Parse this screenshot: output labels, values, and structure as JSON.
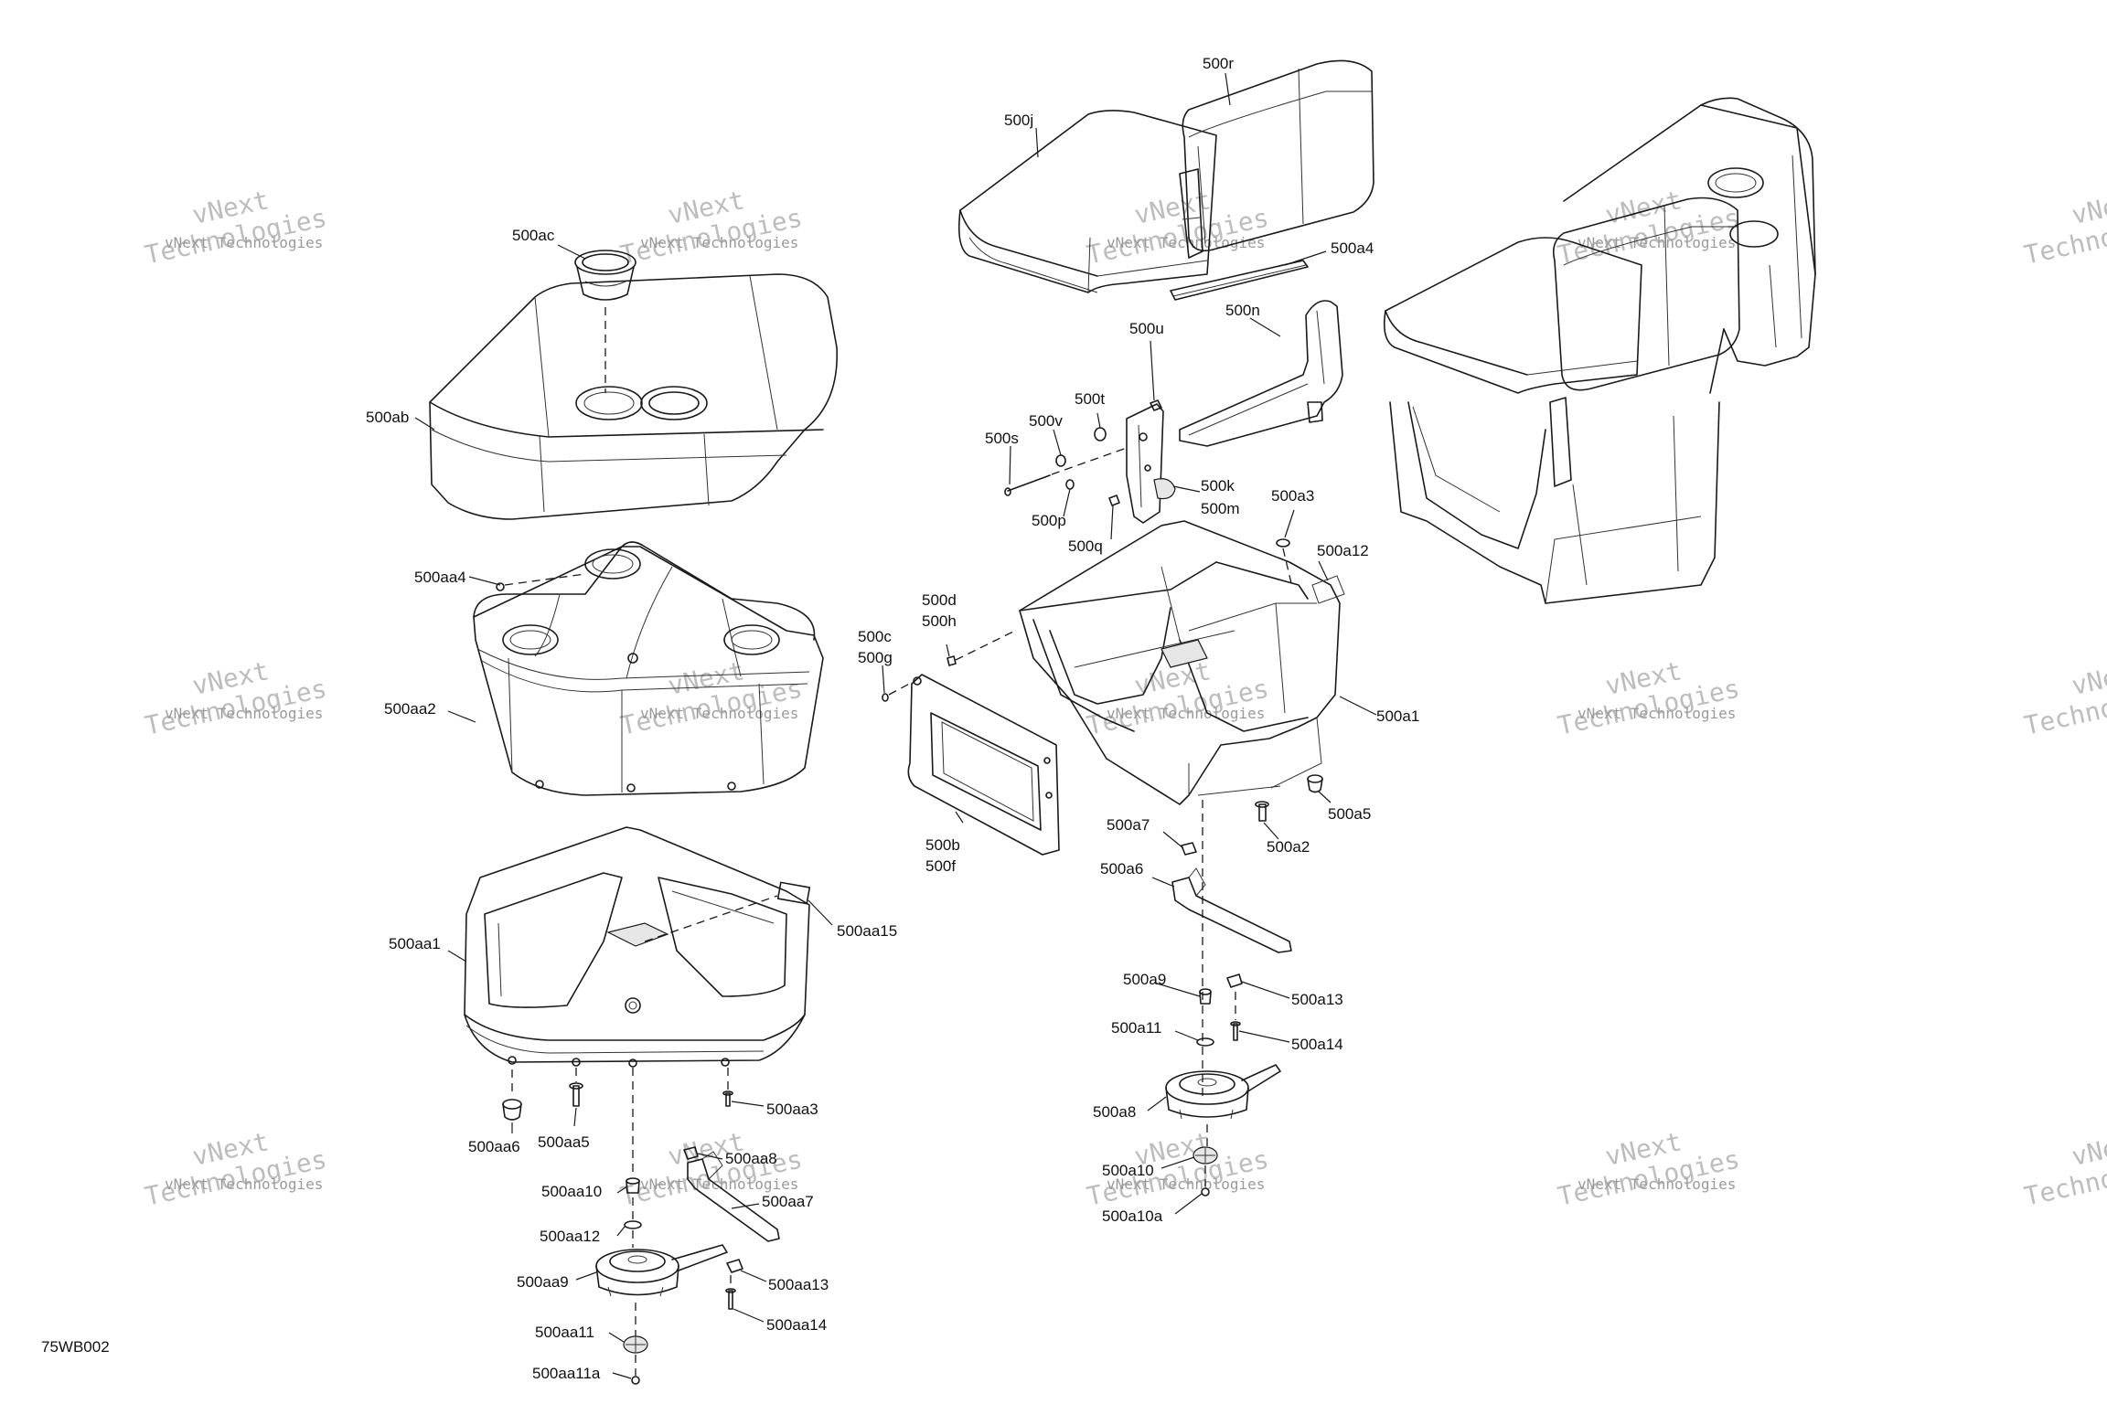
{
  "diagram_code": "75WB002",
  "watermark": {
    "text_line1": "vNext",
    "text_line2": "Technologies",
    "text_small": "vNext Technologies"
  },
  "callouts": [
    "500ac",
    "500ab",
    "500aa4",
    "500aa2",
    "500aa1",
    "500aa15",
    "500aa6",
    "500aa5",
    "500aa3",
    "500aa8",
    "500aa10",
    "500aa7",
    "500aa12",
    "500aa9",
    "500aa13",
    "500aa11",
    "500aa14",
    "500aa11a",
    "500r",
    "500j",
    "500a4",
    "500n",
    "500u",
    "500v",
    "500t",
    "500s",
    "500p",
    "500k",
    "500m",
    "500q",
    "500a3",
    "500a12",
    "500d",
    "500h",
    "500c",
    "500g",
    "500a1",
    "500b",
    "500f",
    "500a5",
    "500a2",
    "500a7",
    "500a6",
    "500a9",
    "500a13",
    "500a11",
    "500a14",
    "500a8",
    "500a10",
    "500a10a"
  ]
}
